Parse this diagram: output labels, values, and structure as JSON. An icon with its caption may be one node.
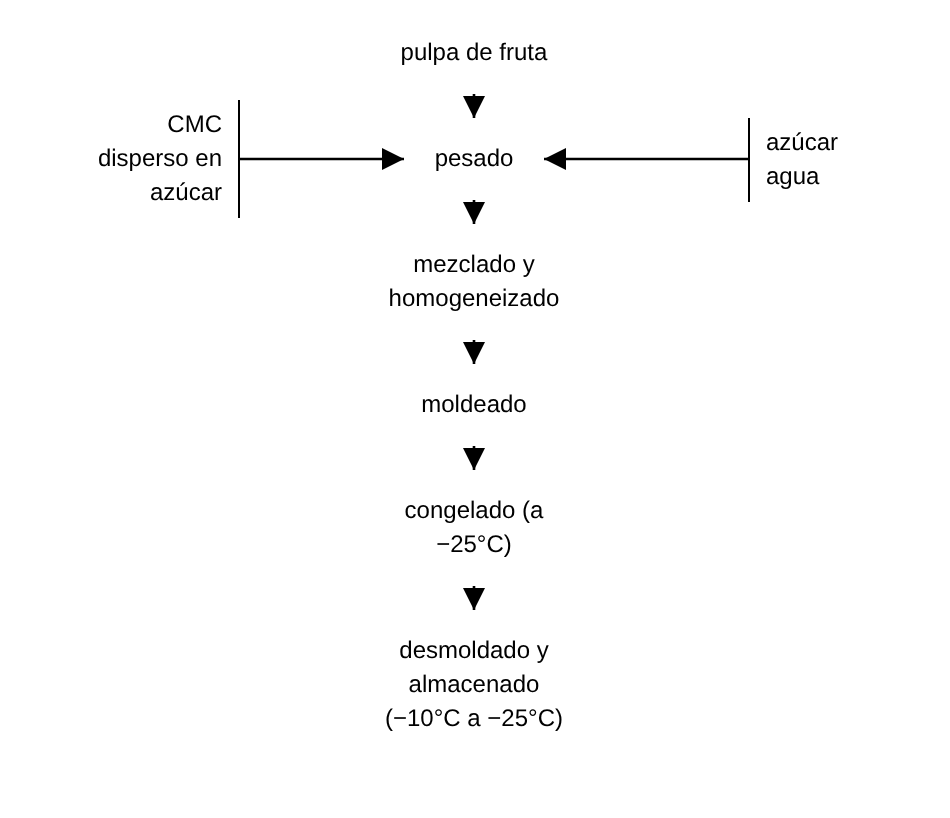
{
  "diagram": {
    "nodes": [
      {
        "text": [
          "pulpa de fruta"
        ]
      },
      {
        "text": [
          "CMC disperso en azúcar"
        ]
      },
      {
        "text": [
          "pesado"
        ]
      },
      {
        "text": [
          "azúcar agua"
        ]
      },
      {
        "text": [
          "mezclado y homogeneizado"
        ]
      },
      {
        "text": [
          "moldeado"
        ]
      },
      {
        "text": [
          "congelado (a −25°C)"
        ]
      },
      {
        "text": [
          "desmoldado y almacenado (−10°C a −25°C)"
        ]
      }
    ],
    "edges": [
      {
        "from": 0,
        "to": 2,
        "arrow": "to"
      },
      {
        "from": 1,
        "to": 2,
        "arrow": "to"
      },
      {
        "from": 3,
        "to": 2,
        "arrow": "to"
      },
      {
        "from": 2,
        "to": 4,
        "arrow": "to"
      },
      {
        "from": 4,
        "to": 5,
        "arrow": "to"
      },
      {
        "from": 5,
        "to": 6,
        "arrow": "to"
      },
      {
        "from": 6,
        "to": 7,
        "arrow": "to"
      }
    ]
  }
}
